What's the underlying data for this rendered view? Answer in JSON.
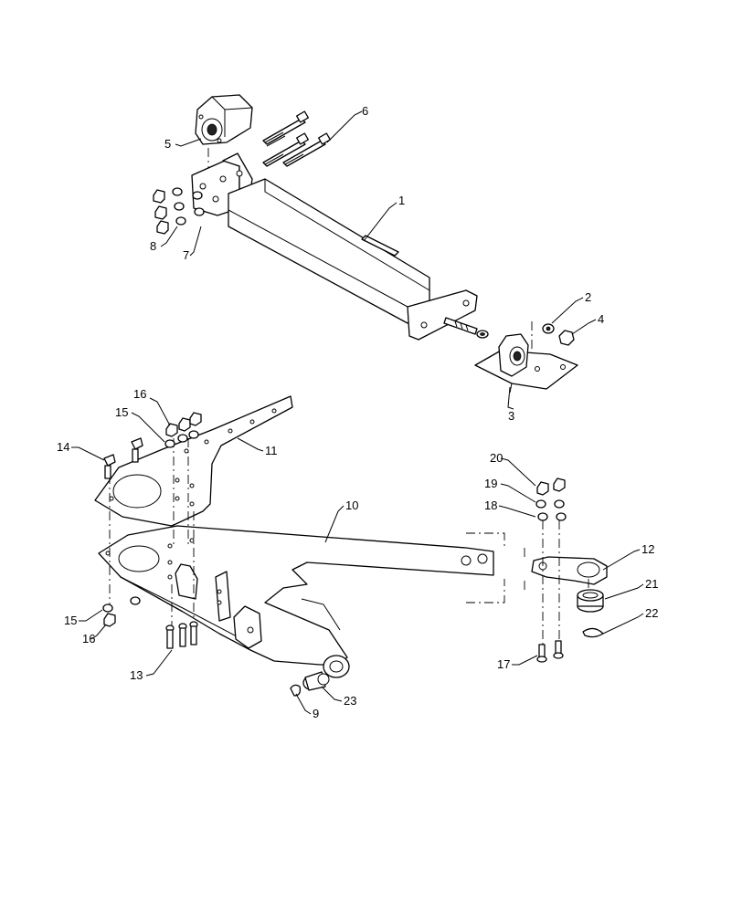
{
  "callouts": {
    "c1": "1",
    "c2": "2",
    "c3": "3",
    "c4": "4",
    "c5": "5",
    "c6": "6",
    "c7": "7",
    "c8": "8",
    "c9": "9",
    "c10": "10",
    "c11": "11",
    "c12": "12",
    "c13": "13",
    "c14": "14",
    "c15a": "15",
    "c15b": "15",
    "c16a": "16",
    "c16b": "16",
    "c17": "17",
    "c18": "18",
    "c19": "19",
    "c20": "20",
    "c21": "21",
    "c22": "22",
    "c23": "23"
  }
}
